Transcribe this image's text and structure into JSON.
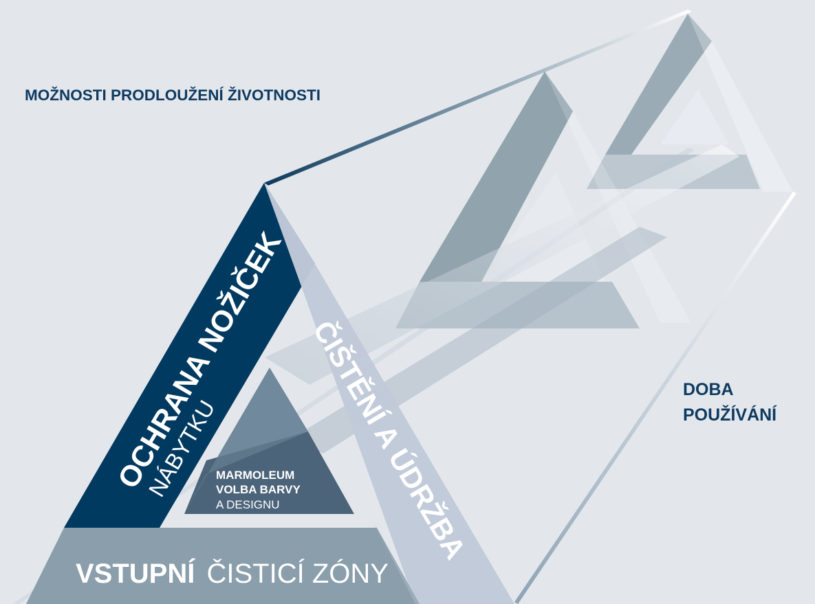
{
  "colors": {
    "background": "#e3e7ec",
    "navy": "#013a60",
    "slate": "#8a9eab",
    "lavender": "#c1c9d9",
    "center_dark": "#4c6479",
    "center_light": "#718c9f"
  },
  "labels": {
    "top_axis": "MOŽNOSTI PRODLOUŽENÍ ŽIVOTNOSTI",
    "right_axis_line1": "DOBA",
    "right_axis_line2": "POUŽÍVÁNÍ",
    "left_side_bold": "OCHRANA NOŽIČEK",
    "left_side_light": "NÁBYTKU",
    "right_side_bold": "ČIŠTĚNÍ A ÚDRŽBA",
    "bottom_bold": "VSTUPNÍ",
    "bottom_light": "ČISTICÍ ZÓNY",
    "center_line1": "MARMOLEUM",
    "center_line2": "VOLBA BARVY",
    "center_line3": "A DESIGNU"
  }
}
